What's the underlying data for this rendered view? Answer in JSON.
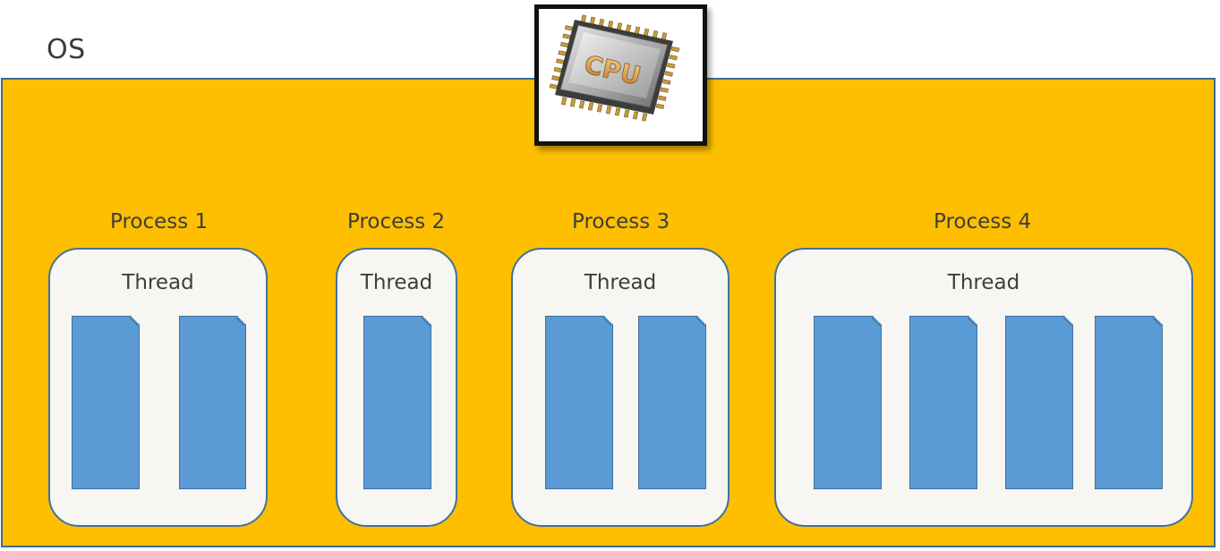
{
  "os": {
    "label": "OS"
  },
  "cpu": {
    "icon": "cpu-chip-icon",
    "label": "CPU"
  },
  "processes": [
    {
      "title": "Process 1",
      "thread_label": "Thread",
      "thread_count": 2
    },
    {
      "title": "Process 2",
      "thread_label": "Thread",
      "thread_count": 1
    },
    {
      "title": "Process 3",
      "thread_label": "Thread",
      "thread_count": 2
    },
    {
      "title": "Process 4",
      "thread_label": "Thread",
      "thread_count": 4
    }
  ],
  "colors": {
    "os_background": "#fdbf00",
    "process_box": "#f8f6f2",
    "thread_fill": "#5b9bd5",
    "border": "#41719c"
  }
}
